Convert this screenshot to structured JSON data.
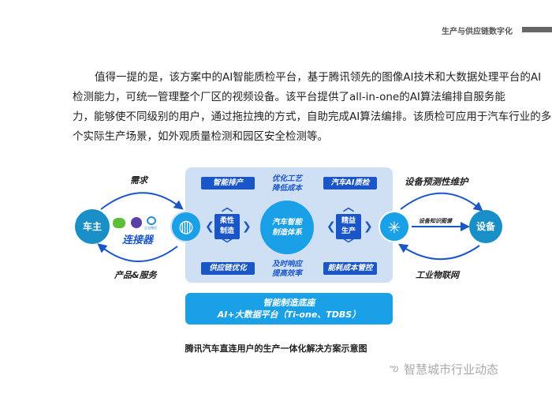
{
  "header": {
    "section_title": "生产与供应链数字化"
  },
  "paragraph": {
    "lines": [
      "值得一提的是，该方案中的AI智能质检平台，基于腾讯领先的图像AI技术和大数据处理平台的AI",
      "检测能力，可统一管理整个厂区的视频设备。该平台提供了all-in-one的AI算法编排自服务能",
      "力，能够使不同级别的用户，通过拖拉拽的方式，自助完成AI算法编排。该质检可应用于汽车行业的多",
      "个实际生产场景，如外观质量检测和园区安全检测等。"
    ]
  },
  "diagram": {
    "left": {
      "owner": "车主",
      "connector": "连接器",
      "demand": "需求",
      "products": "产品&服务",
      "wecom_label": "企业微信"
    },
    "panel": {
      "tags": [
        "智能排产",
        "供应链优化",
        "汽车AI质检",
        "能耗成本管控"
      ],
      "notes": [
        [
          "优化工艺",
          "降低成本"
        ],
        [
          "及时响应",
          "提高效率"
        ]
      ],
      "flexible": [
        "柔性",
        "制造"
      ],
      "lean": [
        "精益",
        "生产"
      ],
      "center": [
        "汽车智能",
        "制造体系"
      ]
    },
    "base": {
      "title": "智能制造底座",
      "subtitle": "AI+大数据平台（Ti-one、TDBS）"
    },
    "right": {
      "maintenance": "设备预测性维护",
      "knowledge": "设备知识图谱",
      "device": "设备",
      "iot": "工业物联网"
    },
    "caption": "腾讯汽车直连用户的生产一体化解决方案示意图"
  },
  "watermark": "智慧城市行业动态"
}
